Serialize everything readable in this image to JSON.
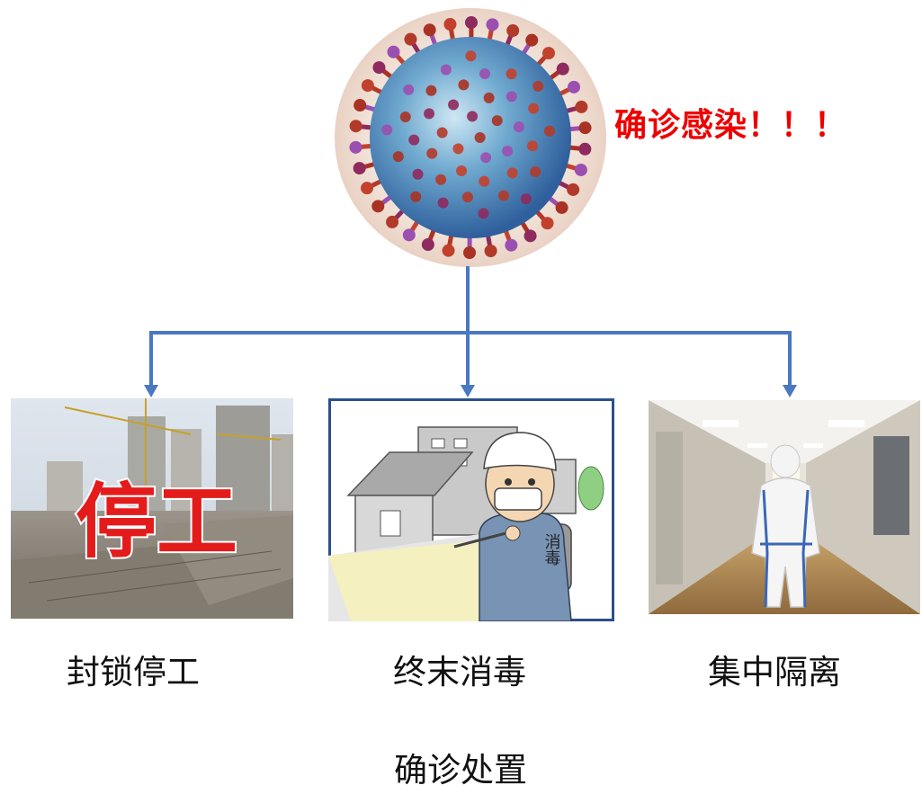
{
  "alert_text": "确诊感染！！！",
  "connector_color": "#4a78c2",
  "alert_color": "#ee0000",
  "images": {
    "virus": "coronavirus-illustration",
    "construction": "construction-site-photo",
    "disinfection": "disinfection-worker-cartoon",
    "isolation": "hospital-corridor-protective-suit-photo"
  },
  "construction_overlay": "停工",
  "cartoon_tank_label": "消毒",
  "captions": [
    "封锁停工",
    "终末消毒",
    "集中隔离"
  ],
  "bottom_title": "确诊处置"
}
